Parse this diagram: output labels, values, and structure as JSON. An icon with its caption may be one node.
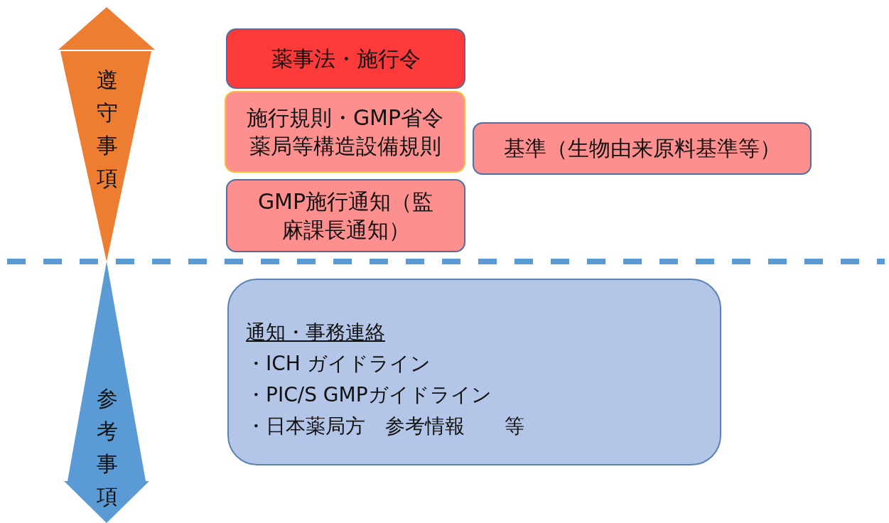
{
  "diagram": {
    "nodes": [
      {
        "text": [
          "遵守事項"
        ]
      },
      {
        "text": [
          "薬事法・施行令"
        ]
      },
      {
        "text": [
          "施行規則・GMP省令薬局等構造設備規則"
        ]
      },
      {
        "text": [
          "基準（生物由来原料基準等）"
        ]
      },
      {
        "text": [
          "GMP施行通知（監麻課長通知）"
        ]
      },
      {
        "text": [
          "参考事項"
        ]
      },
      {
        "text": [
          "通知・事務連絡",
          "・ICH ガイドライン",
          "・PIC/S GMPガイドライン",
          "・日本薬局方　参考情報　　等"
        ]
      }
    ]
  }
}
